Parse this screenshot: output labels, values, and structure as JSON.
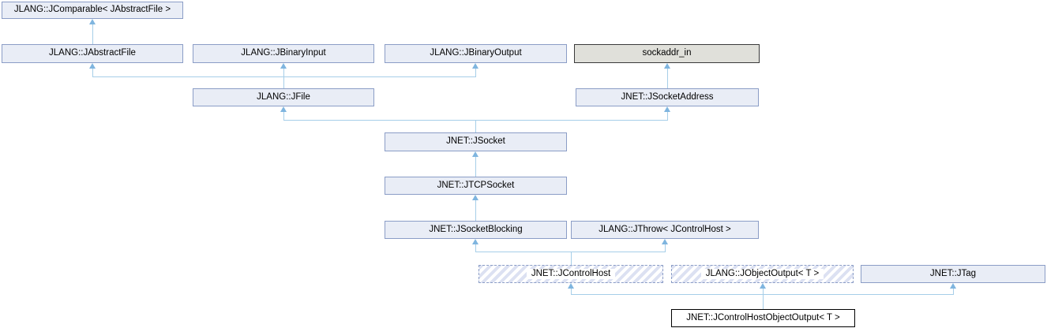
{
  "diagram": {
    "kind": "class-inheritance-graph",
    "colors": {
      "node_fill": "#E9EDF6",
      "node_border": "#8B9DC6",
      "external_node_fill": "#E0E0DA",
      "external_node_border": "#3A3A3A",
      "current_node_fill": "#FFFFFF",
      "current_node_border": "#000000",
      "hatch_stripe": "#DCE1F2",
      "edge_line": "#A6CEE8",
      "edge_arrow": "#7FB5DF",
      "text": "#000000"
    },
    "nodes": {
      "jcomparable": {
        "label": "JLANG::JComparable< JAbstractFile >",
        "style": "default"
      },
      "jabstractfile": {
        "label": "JLANG::JAbstractFile",
        "style": "default"
      },
      "jbinaryinput": {
        "label": "JLANG::JBinaryInput",
        "style": "default"
      },
      "jbinaryoutput": {
        "label": "JLANG::JBinaryOutput",
        "style": "default"
      },
      "sockaddr_in": {
        "label": "sockaddr_in",
        "style": "external"
      },
      "jfile": {
        "label": "JLANG::JFile",
        "style": "default"
      },
      "jsocketaddress": {
        "label": "JNET::JSocketAddress",
        "style": "default"
      },
      "jsocket": {
        "label": "JNET::JSocket",
        "style": "default"
      },
      "jtcpsocket": {
        "label": "JNET::JTCPSocket",
        "style": "default"
      },
      "jsocketblocking": {
        "label": "JNET::JSocketBlocking",
        "style": "default"
      },
      "jthrow": {
        "label": "JLANG::JThrow< JControlHost >",
        "style": "default"
      },
      "jcontrolhost": {
        "label": "JNET::JControlHost",
        "style": "hatched"
      },
      "jobjectoutput": {
        "label": "JLANG::JObjectOutput< T >",
        "style": "hatched"
      },
      "jtag": {
        "label": "JNET::JTag",
        "style": "default"
      },
      "jcontrolhostobjectoutput": {
        "label": "JNET::JControlHostObjectOutput< T >",
        "style": "current"
      }
    },
    "edges": [
      {
        "child": "JLANG::JAbstractFile",
        "parent": "JLANG::JComparable< JAbstractFile >"
      },
      {
        "child": "JLANG::JFile",
        "parent": "JLANG::JAbstractFile"
      },
      {
        "child": "JLANG::JFile",
        "parent": "JLANG::JBinaryInput"
      },
      {
        "child": "JLANG::JFile",
        "parent": "JLANG::JBinaryOutput"
      },
      {
        "child": "JNET::JSocketAddress",
        "parent": "sockaddr_in"
      },
      {
        "child": "JNET::JSocket",
        "parent": "JLANG::JFile"
      },
      {
        "child": "JNET::JSocket",
        "parent": "JNET::JSocketAddress"
      },
      {
        "child": "JNET::JTCPSocket",
        "parent": "JNET::JSocket"
      },
      {
        "child": "JNET::JSocketBlocking",
        "parent": "JNET::JTCPSocket"
      },
      {
        "child": "JNET::JControlHost",
        "parent": "JNET::JSocketBlocking"
      },
      {
        "child": "JNET::JControlHost",
        "parent": "JLANG::JThrow< JControlHost >"
      },
      {
        "child": "JNET::JControlHostObjectOutput< T >",
        "parent": "JNET::JControlHost"
      },
      {
        "child": "JNET::JControlHostObjectOutput< T >",
        "parent": "JLANG::JObjectOutput< T >"
      },
      {
        "child": "JNET::JControlHostObjectOutput< T >",
        "parent": "JNET::JTag"
      }
    ]
  }
}
